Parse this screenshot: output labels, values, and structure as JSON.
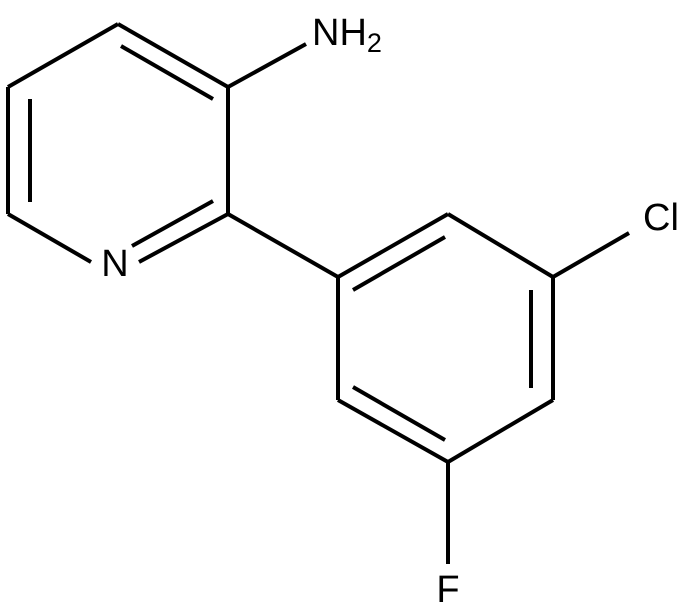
{
  "labels": {
    "amine_main": "NH",
    "amine_subscript": "2",
    "ring_nitrogen": "N",
    "chlorine": "Cl",
    "fluorine": "F"
  }
}
